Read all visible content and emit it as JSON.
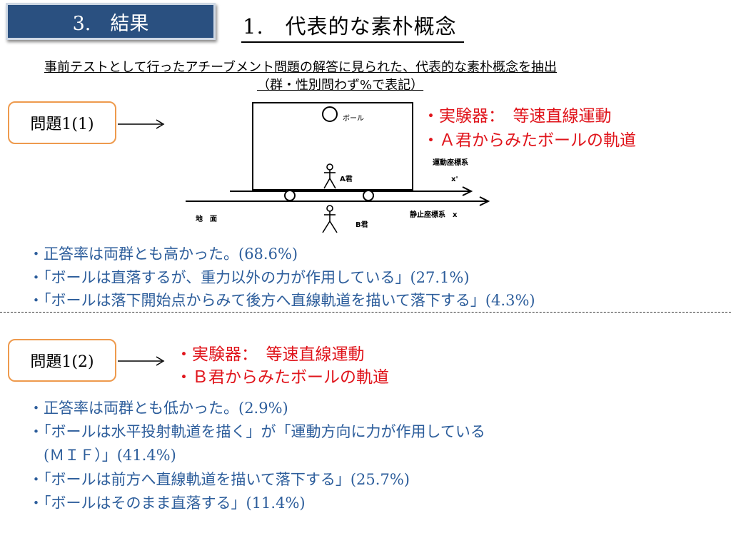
{
  "header": {
    "section_label": "3.　結果",
    "title": "1.　代表的な素朴概念"
  },
  "subtitle": {
    "line1": "事前テストとして行ったアチーブメント問題の解答に見られた、代表的な素朴概念を抽出",
    "line2": "（群・性別問わず%で表記）"
  },
  "problem1": {
    "label": "問題1(1)",
    "notes": [
      "・実験器：　等速直線運動",
      "・Ａ君からみたボールの軌道"
    ],
    "results": [
      "・正答率は両群とも高かった。(68.6%)",
      "・「ボールは直落するが、重力以外の力が作用している」(27.1%)",
      "・「ボールは落下開始点からみて後方へ直線軌道を描いて落下する」(4.3%)"
    ]
  },
  "problem2": {
    "label": "問題1(2)",
    "notes": [
      "・実験器：　等速直線運動",
      "・Ｂ君からみたボールの軌道"
    ],
    "results": [
      "・正答率は両群とも低かった。(2.9%)",
      "・「ボールは水平投射軌道を描く」が「運動方向に力が作用している",
      "　(ＭＩＦ）」(41.4%)",
      "・「ボールは前方へ直線軌道を描いて落下する」(25.7%)",
      "・「ボールはそのまま直落する」(11.4%)"
    ]
  },
  "diagram": {
    "ball_label": "ボール",
    "moving_frame_label": "運動座標系",
    "moving_axis_label": "x'",
    "ground_label": "地　面",
    "a_label": "A君",
    "b_label": "B君",
    "rest_frame_label": "静止座標系　x"
  }
}
